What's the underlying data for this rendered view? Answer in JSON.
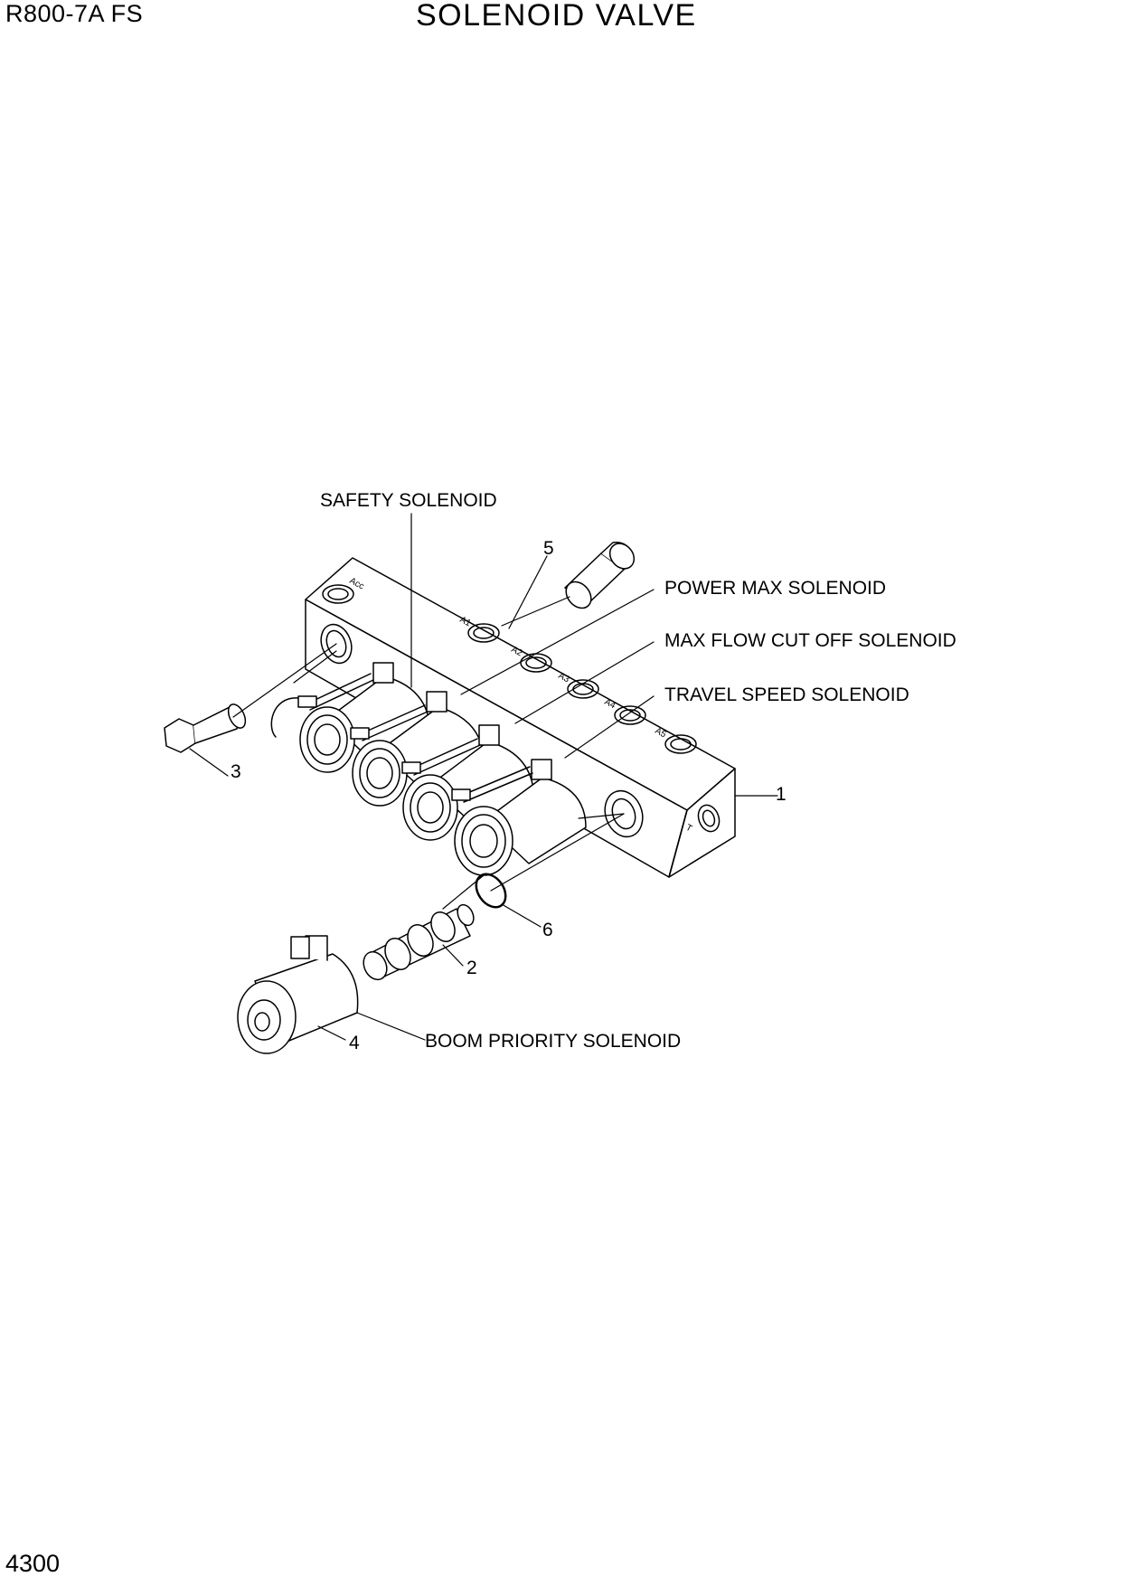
{
  "header": {
    "model": "R800-7A  FS",
    "title": "SOLENOID VALVE"
  },
  "footer": {
    "page_number": "4300"
  },
  "callouts": {
    "safety_solenoid": "SAFETY SOLENOID",
    "power_max_solenoid": "POWER MAX SOLENOID",
    "max_flow_cut_off_solenoid": "MAX FLOW CUT OFF SOLENOID",
    "travel_speed_solenoid": "TRAVEL SPEED SOLENOID",
    "boom_priority_solenoid": "BOOM PRIORITY SOLENOID"
  },
  "part_numbers": {
    "p1": "1",
    "p2": "2",
    "p3": "3",
    "p4": "4",
    "p5": "5",
    "p6": "6"
  },
  "port_labels": [
    "Acc",
    "A1",
    "A2",
    "A3",
    "A4",
    "A5",
    "T"
  ]
}
